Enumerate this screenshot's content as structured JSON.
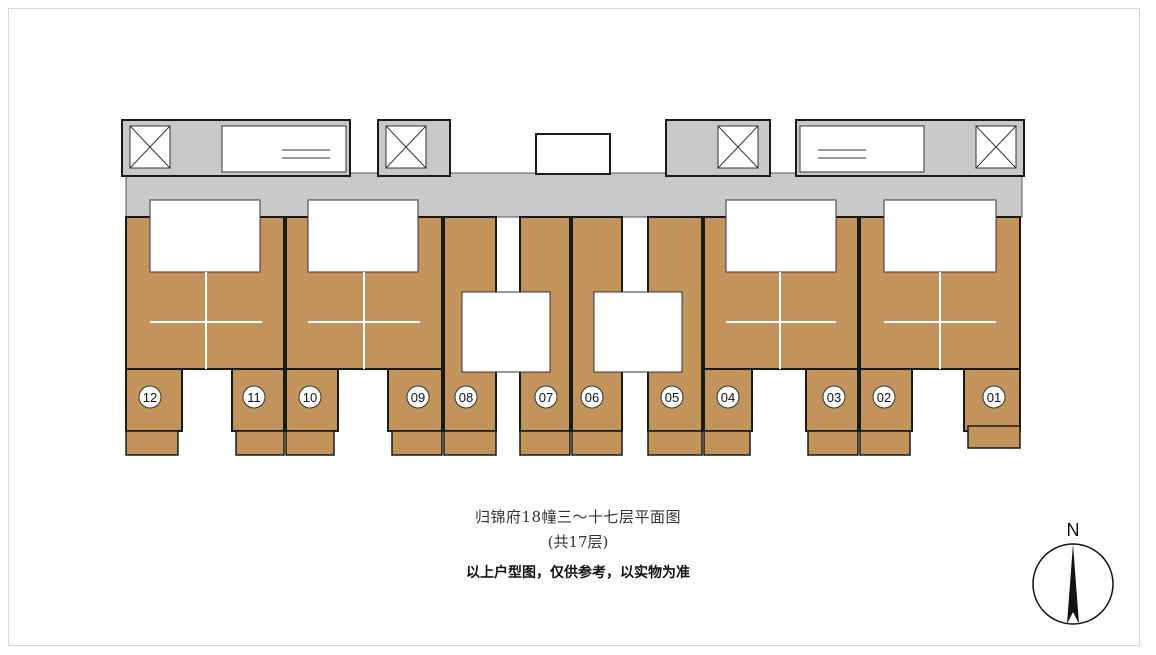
{
  "title": "归锦府18幢三～十七层平面图",
  "subtitle": "(共17层)",
  "disclaimer": "以上户型图，仅供参考，以实物为准",
  "compass": {
    "label": "N"
  },
  "units": [
    "12",
    "11",
    "10",
    "09",
    "08",
    "07",
    "06",
    "05",
    "04",
    "03",
    "02",
    "01"
  ],
  "colors": {
    "room": "#c2935a",
    "corridor": "#c9c9c9",
    "wall": "#1a1a1a",
    "bath": "#ffffff"
  }
}
